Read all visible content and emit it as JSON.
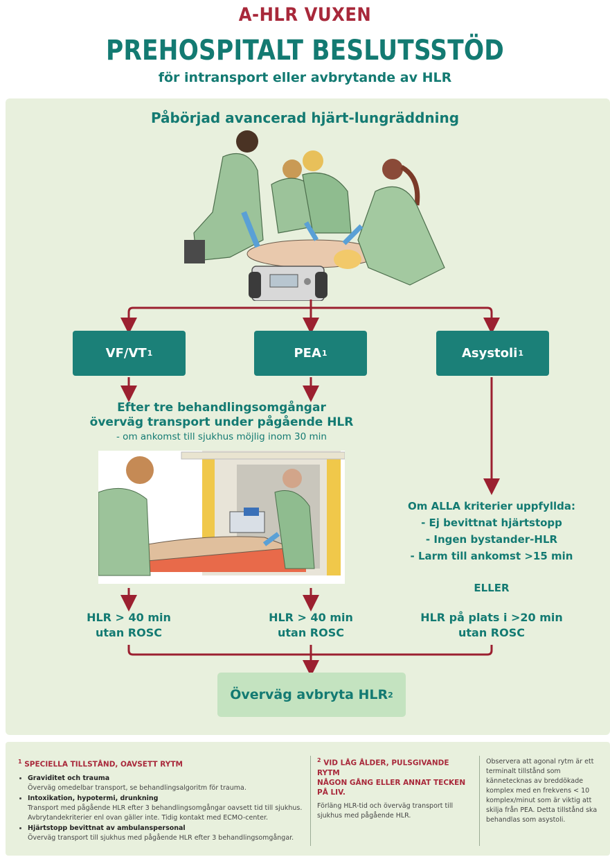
{
  "header": {
    "title": "A-HLR VUXEN",
    "heading": "PREHOSPITALT BESLUTSSTÖD",
    "subheading": "för intransport eller avbrytande av HLR"
  },
  "panel": {
    "title": "Påbörjad avancerad hjärt-lungräddning"
  },
  "rhythms": {
    "vf_vt": "VF/VT",
    "pea": "PEA",
    "asystoli": "Asystoli",
    "footnote_mark": "1"
  },
  "transport": {
    "line1": "Efter tre behandlingsomgångar",
    "line2": "överväg transport under pågående HLR",
    "note": "- om ankomst till sjukhus möjlig inom 30 min"
  },
  "criteria": {
    "intro": "Om ALLA  kriterier uppfyllda:",
    "items": [
      "- Ej bevittnat hjärtstopp",
      "-  Ingen bystander-HLR",
      "- Larm till ankomst >15 min"
    ],
    "or": "ELLER"
  },
  "outcomes": {
    "vf_vt_line1": "HLR > 40 min",
    "vf_vt_line2": "utan ROSC",
    "pea_line1": "HLR > 40 min",
    "pea_line2": "utan ROSC",
    "asys_line1": "HLR på plats i >20 min",
    "asys_line2": "utan ROSC"
  },
  "final": {
    "label": "Överväg avbryta HLR",
    "mark": "2"
  },
  "footer": {
    "col1": {
      "mark": "1",
      "heading": "SPECIELLA TILLSTÅND, OAVSETT RYTM",
      "items": [
        {
          "title": "Graviditet och trauma",
          "text": "Överväg omedelbar transport, se behandlingsalgoritm för trauma."
        },
        {
          "title": "Intoxikation, hypotermi, drunkning",
          "text": "Transport med pågående HLR efter 3 behandlingsomgångar oavsett tid till sjukhus.",
          "text2": "Avbrytandekriterier enl ovan gäller inte. Tidig kontakt med ECMO-center."
        },
        {
          "title": "Hjärtstopp bevittnat av ambulanspersonal",
          "text": "Överväg transport till sjukhus med pågående HLR efter 3 behandlingsomgångar."
        }
      ]
    },
    "col2": {
      "mark": "2",
      "heading1": "VID LÅG ÅLDER, PULSGIVANDE RYTM",
      "heading2": "NÅGON GÅNG ELLER ANNAT TECKEN PÅ LIV.",
      "text": "Förläng HLR-tid och överväg transport till sjukhus med pågående HLR."
    },
    "col3": {
      "text": "Observera att agonal rytm är ett terminalt tillstånd som kännetecknas av breddökade komplex med en frekvens < 10 komplex/minut som är viktig att skilja från PEA. Detta tillstånd ska behandlas som asystoli."
    }
  },
  "colors": {
    "red": "#a8283a",
    "teal": "#137a72",
    "box": "#1b8078",
    "panel": "#e8f0dd",
    "final": "#c4e3c0",
    "arrow": "#9b2030"
  },
  "illustrations": {
    "top": "paramedics-performing-cpr-illustration",
    "middle": "ambulance-transport-cpr-illustration"
  }
}
